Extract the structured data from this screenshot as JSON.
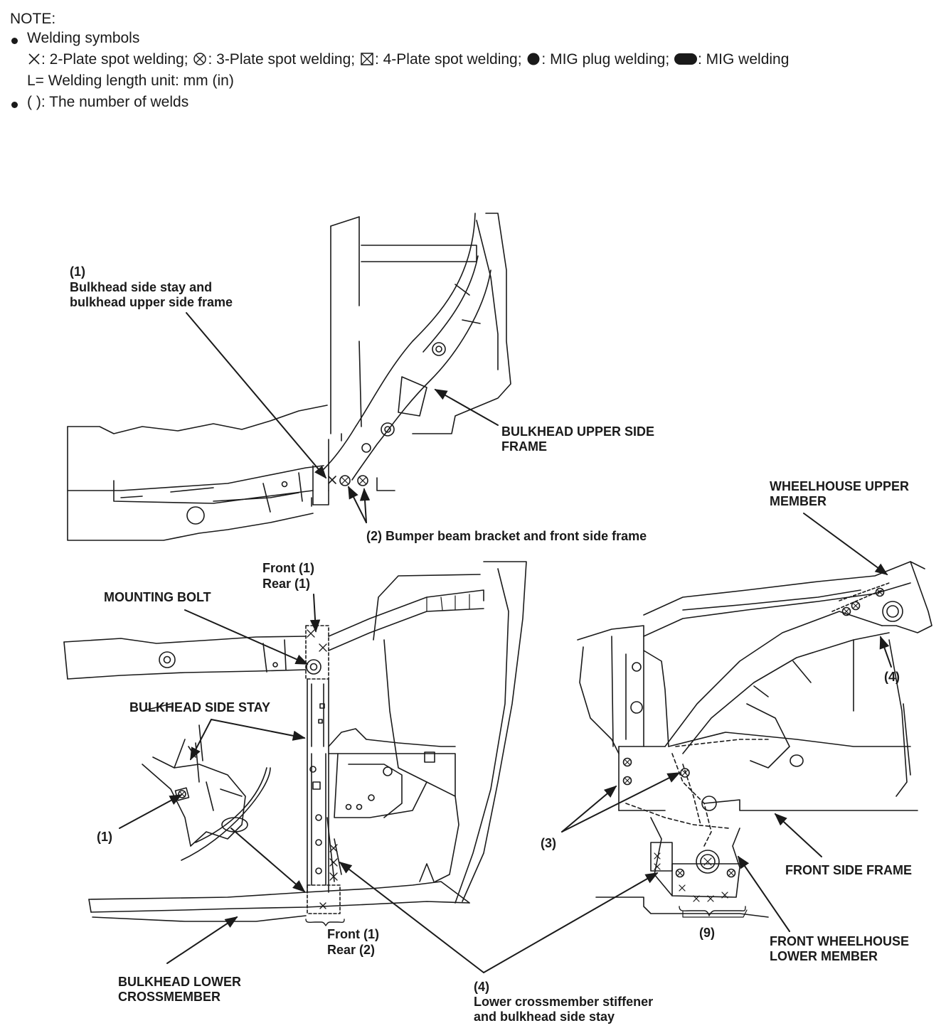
{
  "note": {
    "heading": "NOTE:",
    "welding_symbols_title": "Welding symbols",
    "symbols": [
      {
        "icon": "x-icon",
        "text": ": 2-Plate spot welding;"
      },
      {
        "icon": "circle-x-icon",
        "text": ": 3-Plate spot welding;"
      },
      {
        "icon": "square-x-icon",
        "text": ": 4-Plate spot welding;"
      },
      {
        "icon": "filled-dot-icon",
        "text": ": MIG plug welding;"
      },
      {
        "icon": "filled-oval-icon",
        "text": ": MIG welding"
      }
    ],
    "length_unit": "L= Welding length unit: mm (in)",
    "welds_count_note": "( ): The number of welds"
  },
  "labels": {
    "callout1_top_num": "(1)",
    "callout1_top_line1": "Bulkhead side stay and",
    "callout1_top_line2": "bulkhead upper side frame",
    "bulkhead_upper_side_frame_1": "BULKHEAD UPPER SIDE",
    "bulkhead_upper_side_frame_2": "FRAME",
    "callout2": "(2) Bumper beam bracket and front side frame",
    "wheelhouse_upper_1": "WHEELHOUSE UPPER",
    "wheelhouse_upper_2": "MEMBER",
    "front1_top": "Front (1)",
    "rear1_top": "Rear (1)",
    "mounting_bolt": "MOUNTING BOLT",
    "bulkhead_side_stay": "BULKHEAD SIDE STAY",
    "callout1_left": "(1)",
    "callout4_right": "(4)",
    "callout3": "(3)",
    "front_side_frame": "FRONT SIDE FRAME",
    "callout9": "(9)",
    "front_wheelhouse_lower_1": "FRONT WHEELHOUSE",
    "front_wheelhouse_lower_2": "LOWER MEMBER",
    "front1_bottom": "Front (1)",
    "rear2_bottom": "Rear (2)",
    "bulkhead_lower_1": "BULKHEAD LOWER",
    "bulkhead_lower_2": "CROSSMEMBER",
    "callout4_bottom_num": "(4)",
    "callout4_bottom_line1": "Lower crossmember stiffener",
    "callout4_bottom_line2": "and bulkhead side stay"
  }
}
